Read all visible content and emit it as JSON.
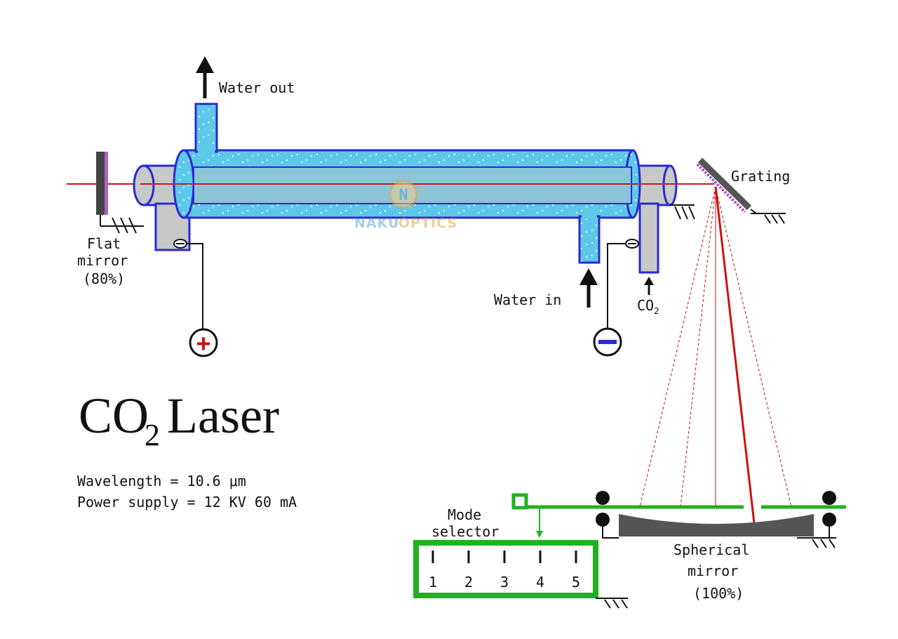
{
  "title": {
    "main": "CO",
    "sub": "2",
    "rest": "Laser"
  },
  "labels": {
    "water_out": "Water out",
    "water_in": "Water in",
    "co2_main": "CO",
    "co2_sub": "2",
    "grating": "Grating",
    "flat_mirror_line1": "Flat",
    "flat_mirror_line2": "mirror",
    "flat_mirror_line3": "(80%)",
    "spherical_line1": "Spherical",
    "spherical_line2": "mirror",
    "spherical_line3": "(100%)",
    "mode_line1": "Mode",
    "mode_line2": "selector",
    "plus": "+",
    "minus": "−"
  },
  "specs": {
    "wavelength": "Wavelength = 10.6 μm",
    "power": "Power supply = 12 KV 60 mA"
  },
  "mode_selector": {
    "positions": [
      "1",
      "2",
      "3",
      "4",
      "5"
    ]
  },
  "watermark": {
    "letter": "N",
    "text_a": "NAKU",
    "text_b": "OPTICS"
  },
  "colors": {
    "water": "#5ec8ea",
    "tube_blue": "#2a2ad0",
    "gas_grey": "#c8c8c8",
    "beam": "#d01010",
    "grating": "#8a3aa8",
    "selector_green": "#22b022",
    "mirror_grey": "#555555"
  }
}
